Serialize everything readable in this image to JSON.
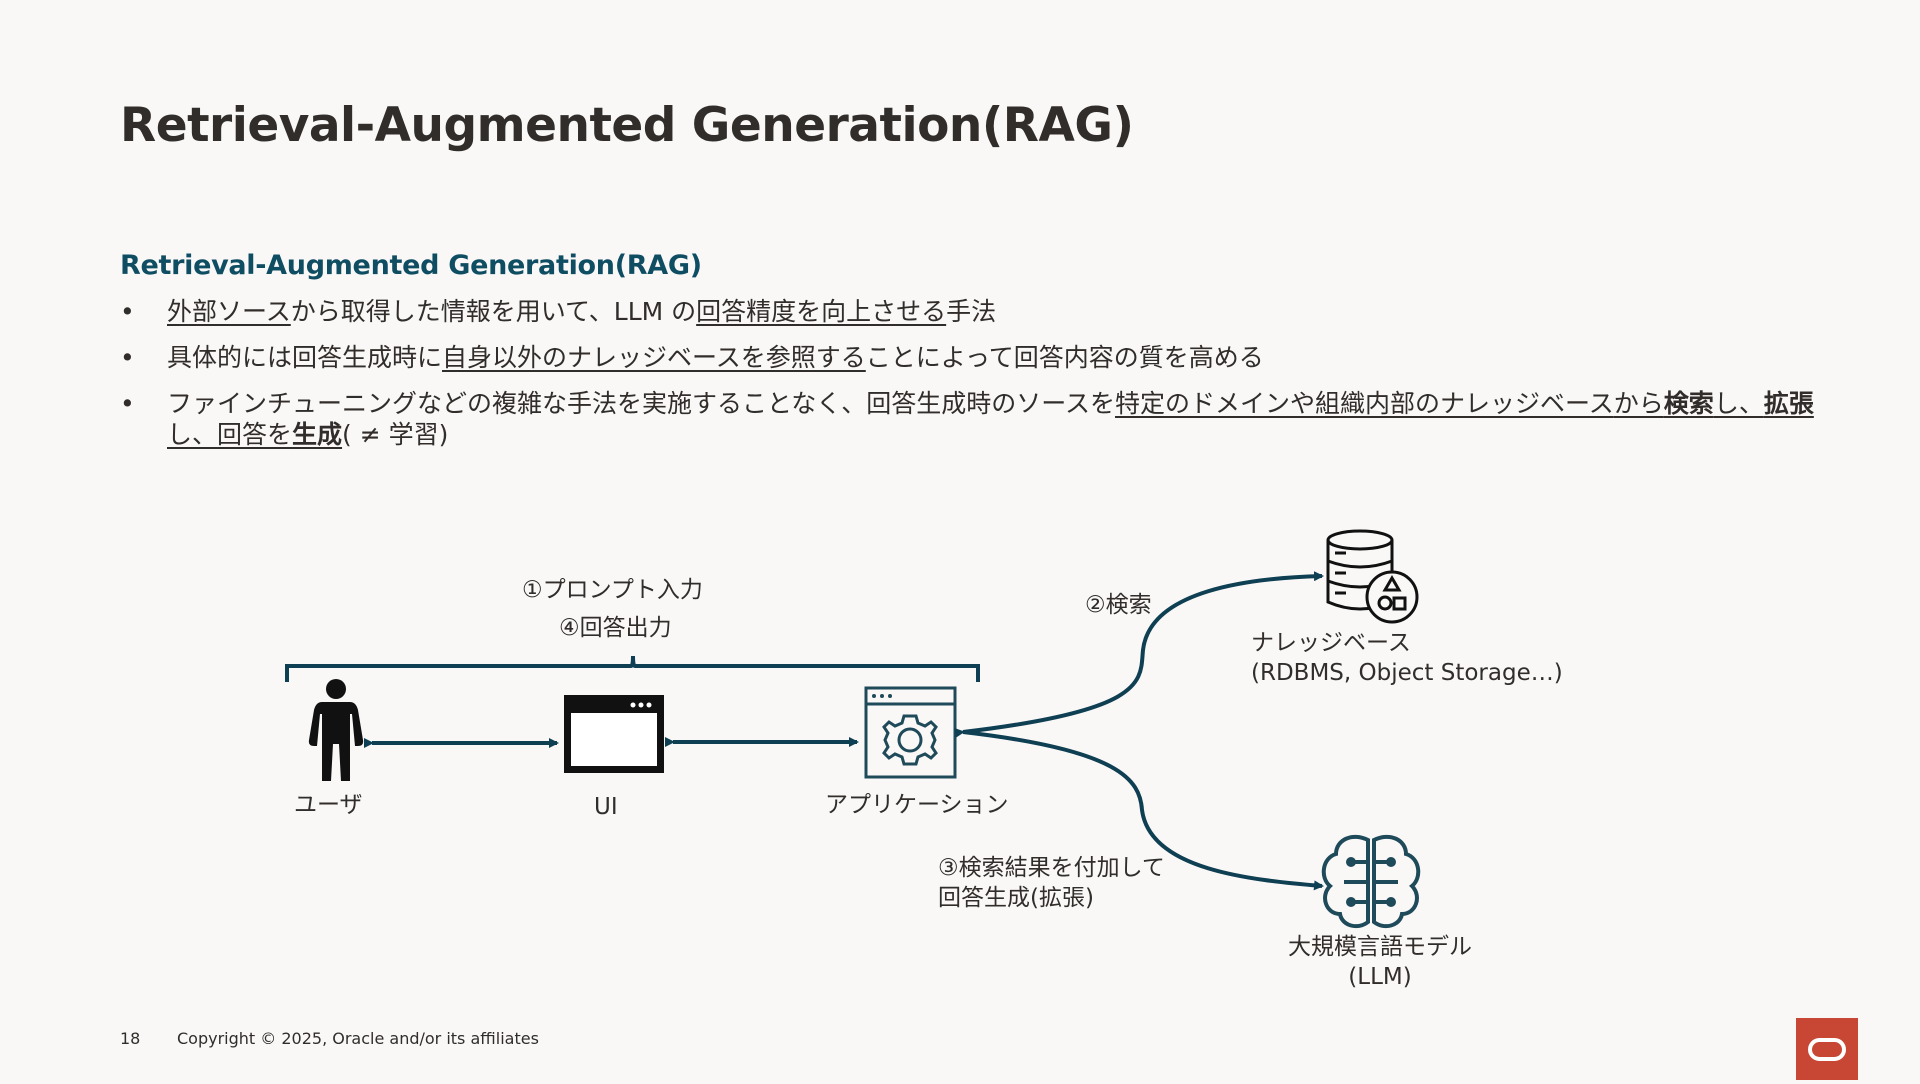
{
  "slide": {
    "title": "Retrieval-Augmented Generation(RAG)",
    "subtitle": "Retrieval-Augmented Generation(RAG)",
    "bullet_char": "•",
    "bullets": [
      [
        "外部ソース",
        "から取得した情報を用いて、LLM の",
        "回答精度を向上させる",
        "手法"
      ],
      [
        "具体的には回答生成時に",
        "自身以外のナレッジベースを参照する",
        "ことによって回答内容の質を高める"
      ],
      [
        "ファインチューニングなどの複雑な手法を実施することなく、回答生成時のソースを",
        "特定のドメインや組織内部のナレッジベース",
        "から",
        "検索",
        "し、",
        "拡張",
        "し、",
        "回答を",
        "生成",
        "( ≠ 学習)"
      ]
    ]
  },
  "diagram": {
    "step1": "①プロンプト入力",
    "step4": "④回答出力",
    "step2": "②検索",
    "step3_line1": "③検索結果を付加して",
    "step3_line2": "回答生成(拡張)",
    "user_label": "ユーザ",
    "ui_label": "UI",
    "app_label": "アプリケーション",
    "kb_label_line1": "ナレッジベース",
    "kb_label_line2": "(RDBMS, Object Storage…)",
    "llm_label_line1": "大規模言語モデル",
    "llm_label_line2": "(LLM)",
    "colors": {
      "stroke": "#0f3f52",
      "accent": "#0f4d63",
      "icon": "#1e4a5a"
    }
  },
  "footer": {
    "page_number": "18",
    "copyright": "Copyright © 2025, Oracle and/or its affiliates"
  },
  "logo": {
    "icon": "oracle-logo-icon",
    "color": "#c74634"
  }
}
